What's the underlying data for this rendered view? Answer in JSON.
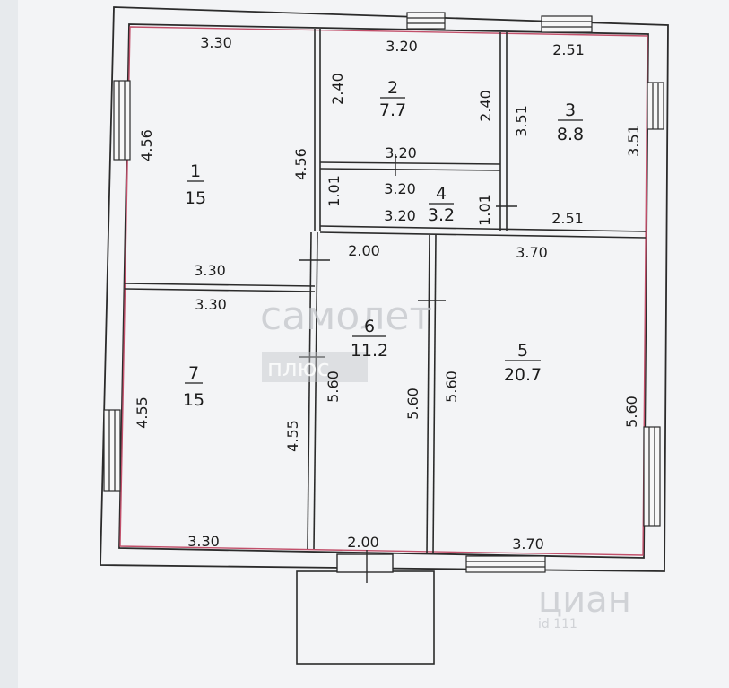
{
  "plan": {
    "rooms": [
      {
        "number": "1",
        "area": "15"
      },
      {
        "number": "2",
        "area": "7.7"
      },
      {
        "number": "3",
        "area": "8.8"
      },
      {
        "number": "4",
        "area": "3.2"
      },
      {
        "number": "5",
        "area": "20.7"
      },
      {
        "number": "6",
        "area": "11.2"
      },
      {
        "number": "7",
        "area": "15"
      }
    ],
    "dimensions": {
      "r1_top": "3.30",
      "r1_left": "4.56",
      "r1_right": "4.56",
      "r1_bottom": "3.30",
      "r2_top": "3.20",
      "r2_left": "2.40",
      "r2_right": "2.40",
      "r2_bottom": "3.20",
      "r3_top": "2.51",
      "r3_left": "3.51",
      "r3_right": "3.51",
      "r3_bottom": "2.51",
      "r4_top": "3.20",
      "r4_left": "1.01",
      "r4_right": "1.01",
      "r4_bottom": "3.20",
      "r6_top": "2.00",
      "r6_left": "5.60",
      "r6_right": "5.60",
      "r6_bottom": "2.00",
      "r5_top": "3.70",
      "r5_left": "5.60",
      "r5_right": "5.60",
      "r5_bottom": "3.70",
      "r7_top": "3.30",
      "r7_left": "4.55",
      "r7_right": "4.55",
      "r7_bottom": "3.30"
    }
  },
  "watermarks": {
    "brand_main": "самолет",
    "brand_sub": "плюс",
    "cian": "циан",
    "cian_sub": "id 111"
  },
  "colors": {
    "wall": "#2b2b2b",
    "inner_outline": "#c2506b",
    "paper": "#f4f5f6",
    "watermark": "#b4b8bd"
  }
}
